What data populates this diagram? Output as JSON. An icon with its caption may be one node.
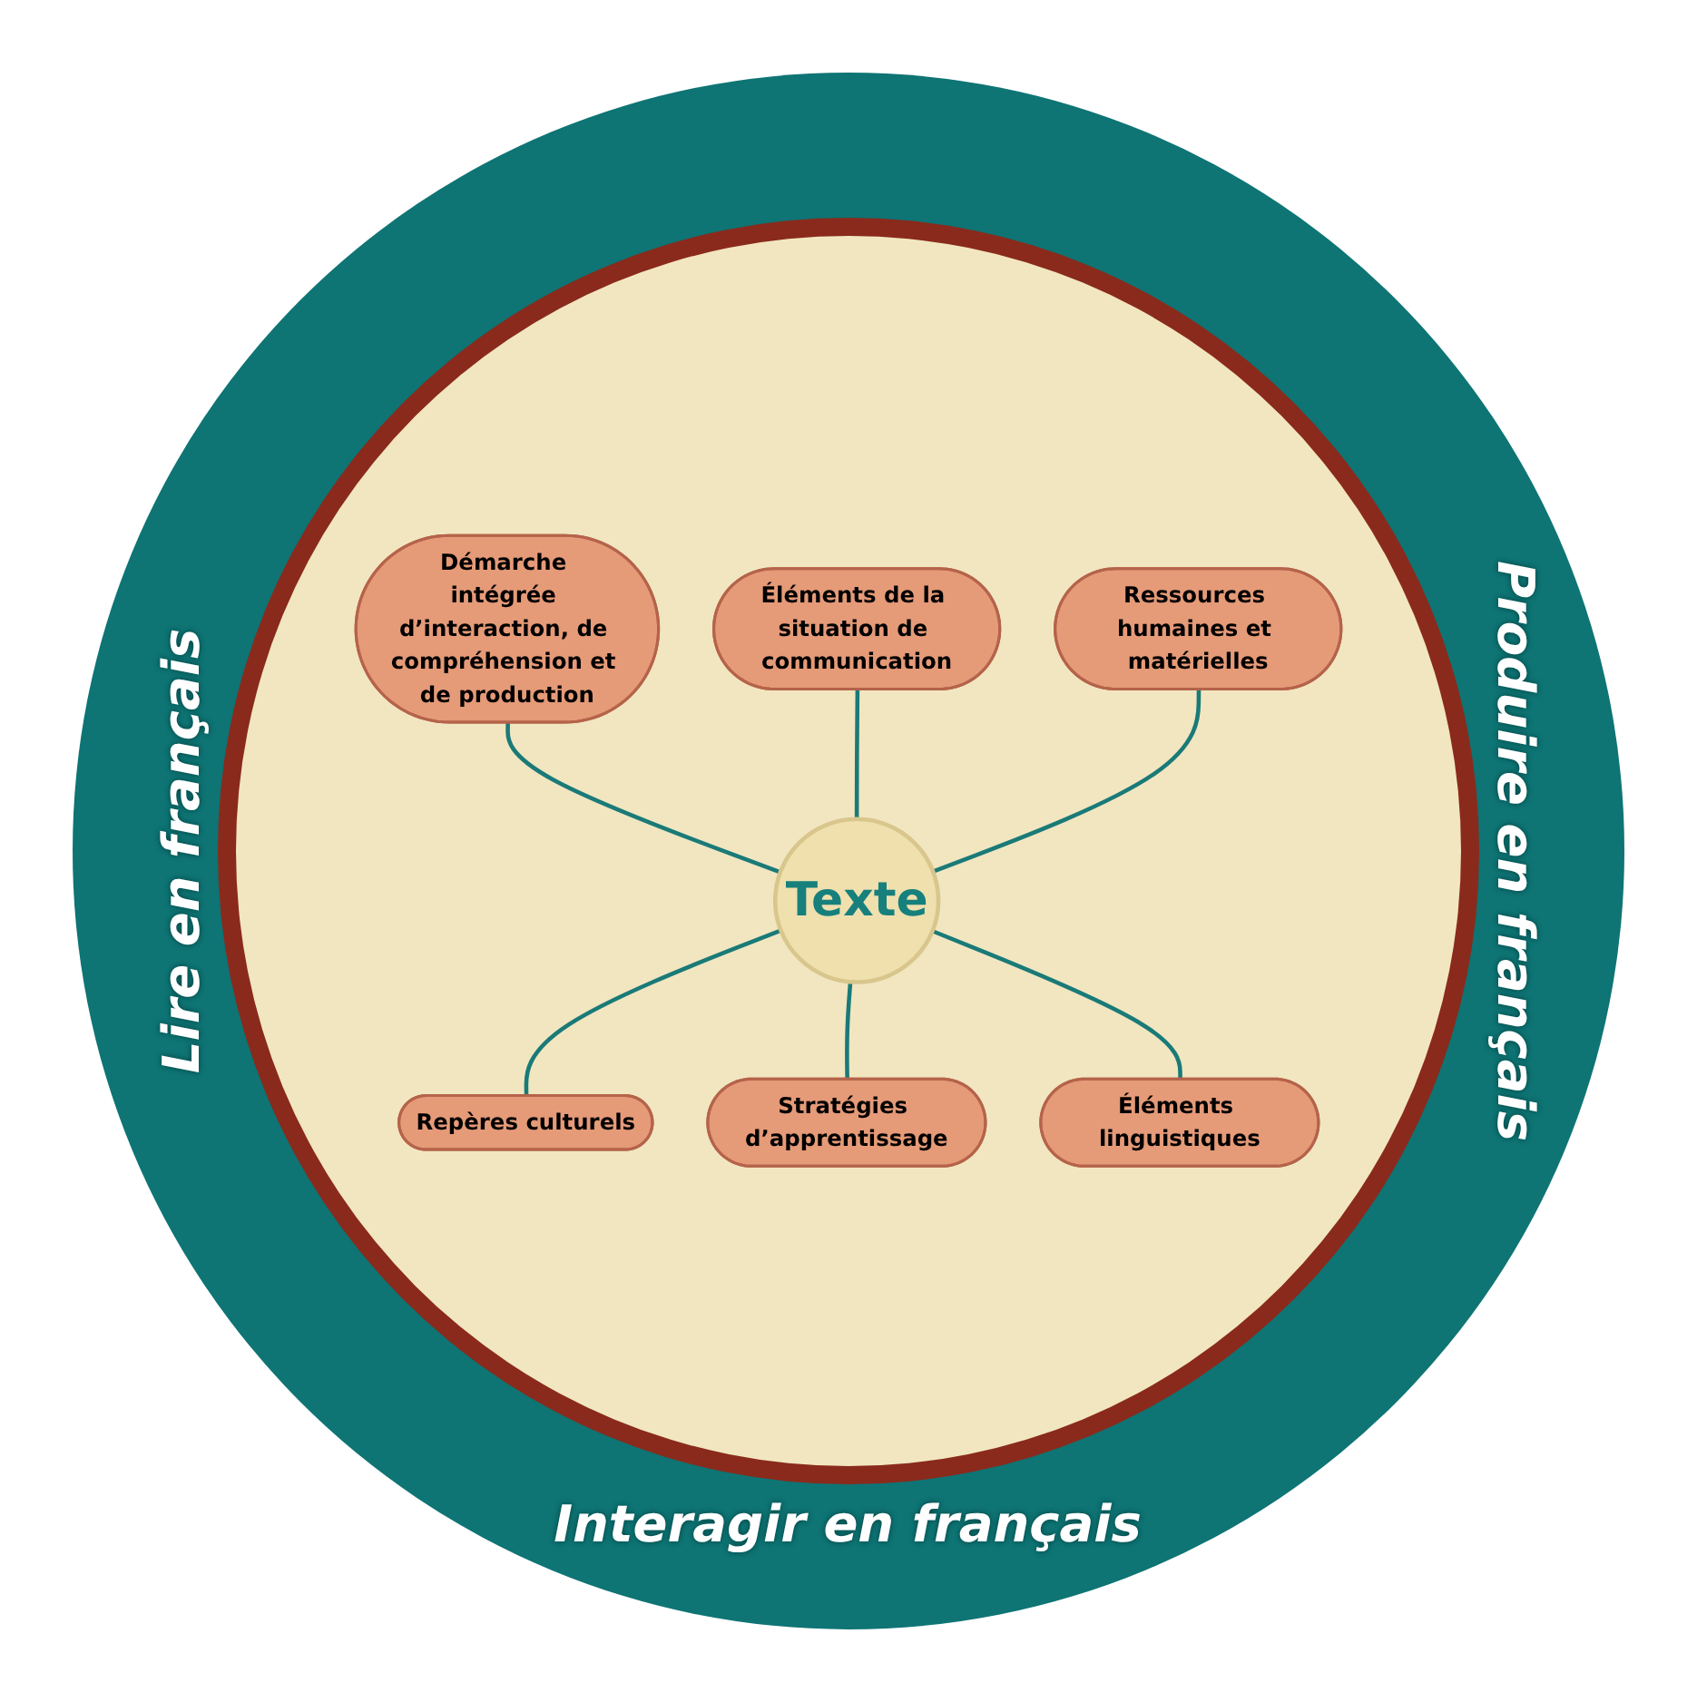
{
  "diagram": {
    "nodes": [
      {
        "text": [
          "Démarche intégrée d’interaction, de compréhension et de production"
        ]
      },
      {
        "text": [
          "Éléments de la situation de communication"
        ]
      },
      {
        "text": [
          "Ressources humaines et matérielles"
        ]
      },
      {
        "text": [
          "Texte"
        ]
      },
      {
        "text": [
          "Repères culturels"
        ]
      },
      {
        "text": [
          "Stratégies d’apprentissage"
        ]
      },
      {
        "text": [
          "Éléments linguistiques"
        ]
      }
    ],
    "edges": [
      {
        "from": 0,
        "to": 3,
        "arrow": "none"
      },
      {
        "from": 1,
        "to": 3,
        "arrow": "none"
      },
      {
        "from": 2,
        "to": 3,
        "arrow": "none"
      },
      {
        "from": 3,
        "to": 4,
        "arrow": "none"
      },
      {
        "from": 3,
        "to": 5,
        "arrow": "none"
      },
      {
        "from": 3,
        "to": 6,
        "arrow": "none"
      }
    ],
    "labels": [
      "Lire en français",
      "Produire en français",
      "Interagir en français"
    ]
  }
}
